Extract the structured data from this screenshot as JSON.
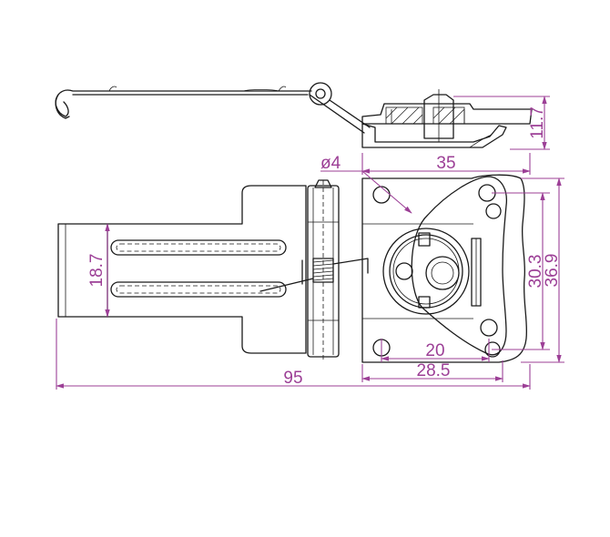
{
  "colors": {
    "dimension": "#9c3f96",
    "outline": "#1a1a1a",
    "background": "#ffffff"
  },
  "dimensions": {
    "height_side": "11.7",
    "hole_diameter": "ø4",
    "width_plate": "35",
    "width_slot": "18.7",
    "height_inner": "30.3",
    "height_outer": "36.9",
    "hole_spacing": "20",
    "base_width": "28.5",
    "total_length": "95"
  }
}
